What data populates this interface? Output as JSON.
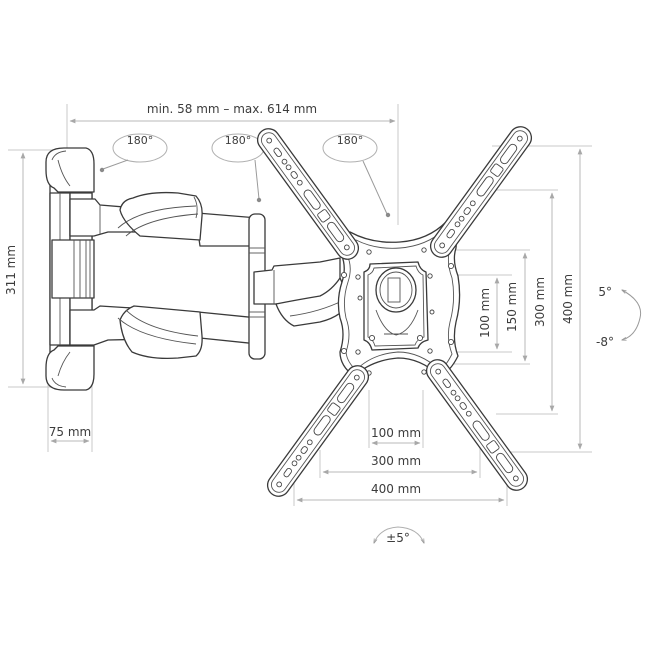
{
  "diagram": {
    "title": "TV wall mount dimension drawing",
    "colors": {
      "line": "#3a3a3a",
      "dimension": "#b8b8b8",
      "text": "#3c3c3c",
      "background": "#ffffff"
    },
    "dimensions": {
      "extension_range": "min. 58 mm – max. 614 mm",
      "wall_plate_height": "311 mm",
      "wall_plate_depth": "75 mm",
      "vesa_horizontal": [
        "100 mm",
        "300 mm",
        "400 mm"
      ],
      "vesa_vertical": [
        "100 mm",
        "150 mm",
        "300 mm",
        "400 mm"
      ]
    },
    "rotations": {
      "swivel_joints": [
        "180°",
        "180°",
        "180°"
      ],
      "tilt_up": "5°",
      "tilt_down": "-8°",
      "rotation": "±5°"
    },
    "components": {
      "wall_plate": "wall-plate",
      "arms": "articulating-arms",
      "vesa_plate": "vesa-mounting-plate",
      "bracket_arms": [
        "top-left",
        "top-right",
        "bottom-left",
        "bottom-right"
      ]
    }
  }
}
